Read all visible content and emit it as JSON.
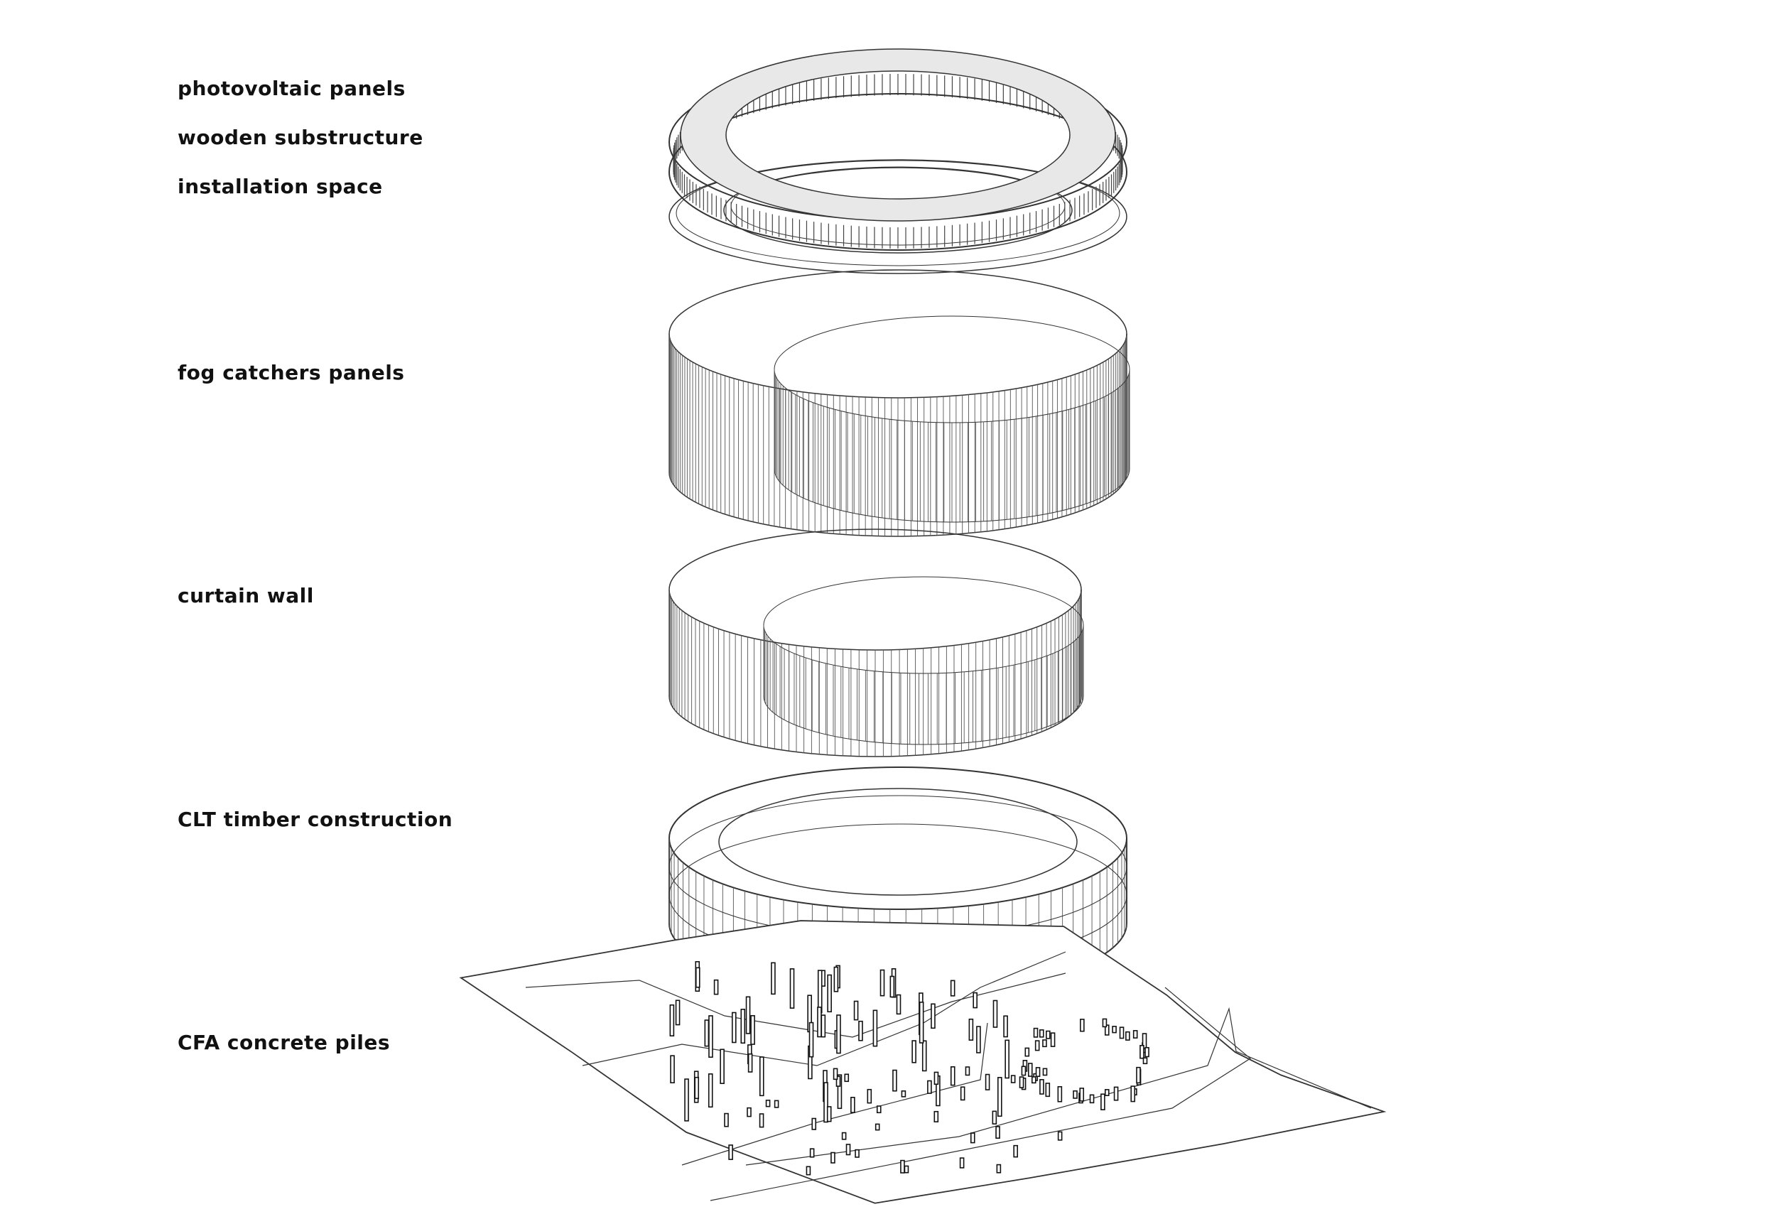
{
  "labels": {
    "photovoltaic": "photovoltaic panels",
    "wooden": "wooden substructure",
    "installation": "installation space",
    "fog": "fog catchers panels",
    "curtain": "curtain wall",
    "clt": "CLT timber construction",
    "cfa": "CFA concrete piles"
  },
  "colors": {
    "line": "#333333",
    "fill": "#e8e8e8",
    "text": "#111111"
  }
}
